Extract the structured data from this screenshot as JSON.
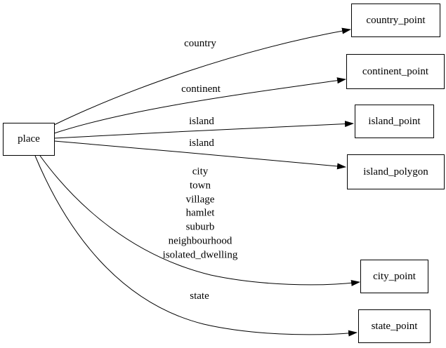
{
  "diagram": {
    "colors": {
      "stroke": "#000000",
      "background": "#ffffff"
    },
    "nodes": {
      "place": {
        "label": "place"
      },
      "country_point": {
        "label": "country_point"
      },
      "continent_point": {
        "label": "continent_point"
      },
      "island_point": {
        "label": "island_point"
      },
      "island_polygon": {
        "label": "island_polygon"
      },
      "city_point": {
        "label": "city_point"
      },
      "state_point": {
        "label": "state_point"
      }
    },
    "edges": [
      {
        "from": "place",
        "to": "country_point",
        "label": "country"
      },
      {
        "from": "place",
        "to": "continent_point",
        "label": "continent"
      },
      {
        "from": "place",
        "to": "island_point",
        "label": "island"
      },
      {
        "from": "place",
        "to": "island_polygon",
        "label": "island"
      },
      {
        "from": "place",
        "to": "city_point",
        "label_lines": [
          "city",
          "town",
          "village",
          "hamlet",
          "suburb",
          "neighbourhood",
          "isolated_dwelling"
        ]
      },
      {
        "from": "place",
        "to": "state_point",
        "label": "state"
      }
    ]
  }
}
